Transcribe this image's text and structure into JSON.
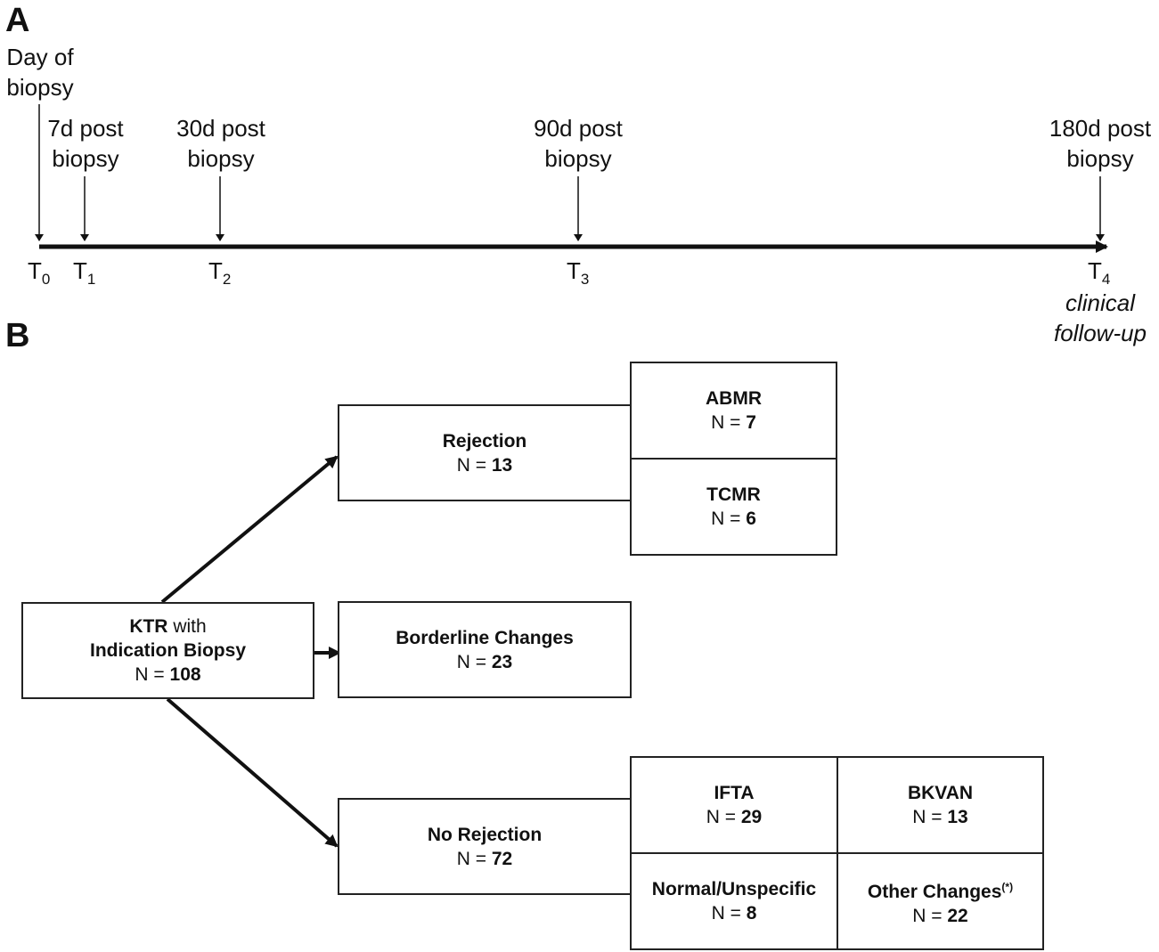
{
  "panel_a": {
    "letter": "A",
    "events": [
      {
        "line1": "Day of",
        "line2": "biopsy",
        "tick_base": "T",
        "tick_sub": "0"
      },
      {
        "line1": "7d post",
        "line2": "biopsy",
        "tick_base": "T",
        "tick_sub": "1"
      },
      {
        "line1": "30d post",
        "line2": "biopsy",
        "tick_base": "T",
        "tick_sub": "2"
      },
      {
        "line1": "90d post",
        "line2": "biopsy",
        "tick_base": "T",
        "tick_sub": "3"
      },
      {
        "line1": "180d post",
        "line2": "biopsy",
        "tick_base": "T",
        "tick_sub": "4"
      }
    ],
    "followup": {
      "line1": "clinical",
      "line2": "follow-up"
    }
  },
  "panel_b": {
    "letter": "B",
    "root": {
      "bold1": "KTR",
      "text1": " with",
      "bold2": "Indication Biopsy",
      "n_prefix": "N = ",
      "n_value": "108"
    },
    "rejection": {
      "label": "Rejection",
      "n_prefix": "N = ",
      "n_value": "13"
    },
    "abmr": {
      "label": "ABMR",
      "n_prefix": "N = ",
      "n_value": "7"
    },
    "tcmr": {
      "label": "TCMR",
      "n_prefix": "N = ",
      "n_value": "6"
    },
    "borderline": {
      "label": "Borderline Changes",
      "n_prefix": "N = ",
      "n_value": "23"
    },
    "no_rejection": {
      "label": "No Rejection",
      "n_prefix": "N = ",
      "n_value": "72"
    },
    "ifta": {
      "label": "IFTA",
      "n_prefix": "N = ",
      "n_value": "29"
    },
    "bkvan": {
      "label": "BKVAN",
      "n_prefix": "N = ",
      "n_value": "13"
    },
    "normal": {
      "label": "Normal/Unspecific",
      "n_prefix": "N = ",
      "n_value": "8"
    },
    "other": {
      "label": "Other Changes",
      "sup": "(*)",
      "n_prefix": "N = ",
      "n_value": "22"
    }
  }
}
